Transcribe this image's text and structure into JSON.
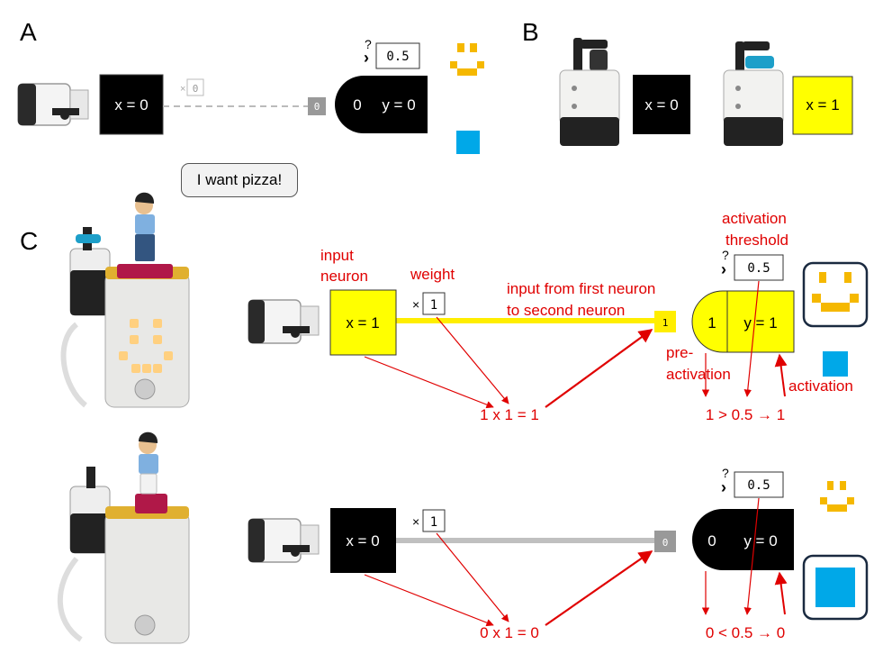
{
  "panels": {
    "a": "A",
    "b": "B",
    "c": "C"
  },
  "panel_a": {
    "input_neuron": "x = 0",
    "weight": "0",
    "weight_symbol": "×",
    "signal": "0",
    "pre_activation": "0",
    "output_neuron": "y = 0",
    "threshold_symbol": "?",
    "threshold_compare": "›",
    "threshold": "0.5"
  },
  "panel_b": {
    "neuron_off": "x = 0",
    "neuron_on": "x = 1"
  },
  "speech_bubble": "I want pizza!",
  "panel_c_top": {
    "input_neuron": "x = 1",
    "weight_symbol": "×",
    "weight": "1",
    "signal": "1",
    "pre_activation": "1",
    "output_neuron": "y = 1",
    "threshold_symbol": "?",
    "threshold_compare": "›",
    "threshold": "0.5",
    "label_input_neuron_1": "input",
    "label_input_neuron_2": "neuron",
    "label_weight": "weight",
    "label_input_from_1": "input from first neuron",
    "label_input_from_2": "to second neuron",
    "label_threshold_1": "activation",
    "label_threshold_2": "threshold",
    "label_pre_1": "pre-",
    "label_pre_2": "activation",
    "label_activation": "activation",
    "equation_product": "1 x 1 = 1",
    "equation_compare": "1 > 0.5 → 1"
  },
  "panel_c_bottom": {
    "input_neuron": "x = 0",
    "weight_symbol": "×",
    "weight": "1",
    "signal": "0",
    "pre_activation": "0",
    "output_neuron": "y = 0",
    "threshold_symbol": "?",
    "threshold_compare": "›",
    "threshold": "0.5",
    "equation_product": "0 x 1 = 0",
    "equation_compare": "0 < 0.5 → 0"
  },
  "colors": {
    "active": "#ffff00",
    "inactive": "#000000",
    "annotation": "#e00000",
    "smiley": "#f5b800",
    "square": "#00a8e8",
    "line_active": "#ffee00",
    "line_inactive": "#c0c0c0"
  }
}
